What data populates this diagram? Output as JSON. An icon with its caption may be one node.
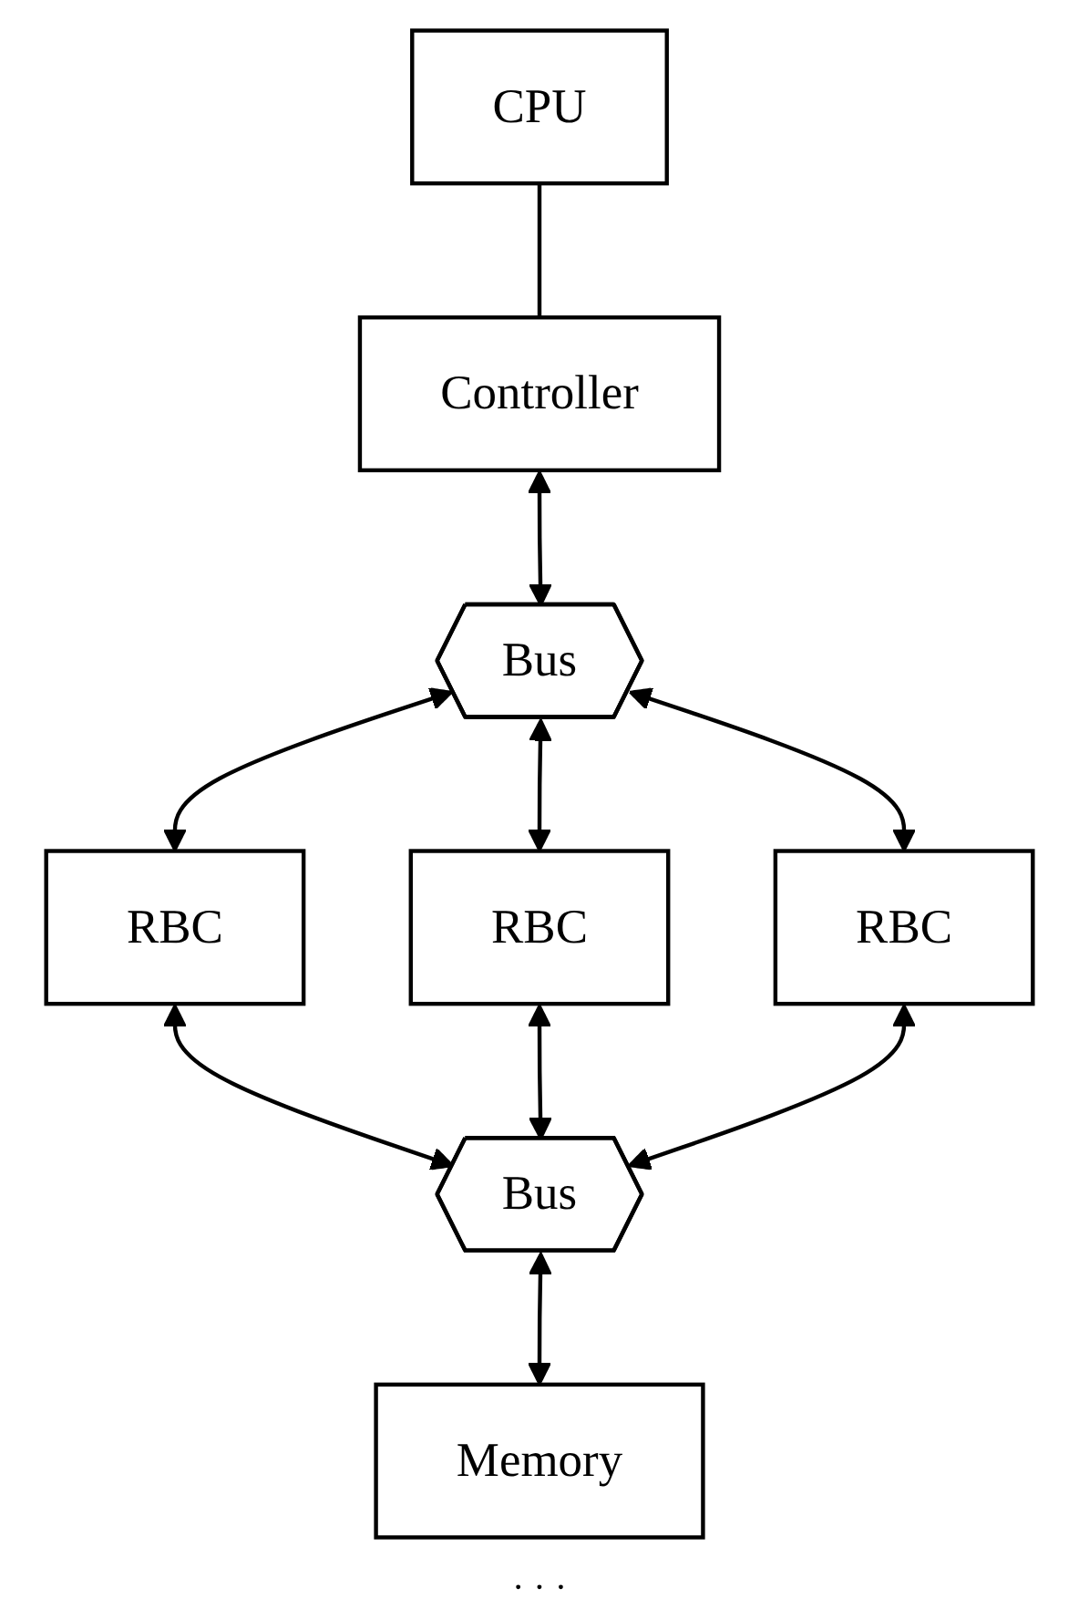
{
  "diagram": {
    "nodes": [
      {
        "text": [
          "CPU"
        ]
      },
      {
        "text": [
          "Controller"
        ]
      },
      {
        "text": [
          "Bus"
        ]
      },
      {
        "text": [
          "RBC"
        ]
      },
      {
        "text": [
          "RBC"
        ]
      },
      {
        "text": [
          "RBC"
        ]
      },
      {
        "text": [
          "Bus"
        ]
      },
      {
        "text": [
          "Memory"
        ]
      }
    ],
    "edges": [
      {
        "from": 0,
        "to": 1,
        "arrow": "none"
      },
      {
        "from": 1,
        "to": 2,
        "arrow": "both"
      },
      {
        "from": 2,
        "to": 3,
        "arrow": "both"
      },
      {
        "from": 2,
        "to": 4,
        "arrow": "both"
      },
      {
        "from": 2,
        "to": 5,
        "arrow": "both"
      },
      {
        "from": 3,
        "to": 6,
        "arrow": "both"
      },
      {
        "from": 4,
        "to": 6,
        "arrow": "both"
      },
      {
        "from": 5,
        "to": 6,
        "arrow": "both"
      },
      {
        "from": 6,
        "to": 7,
        "arrow": "both"
      }
    ],
    "labels": [
      "· · ·"
    ]
  }
}
